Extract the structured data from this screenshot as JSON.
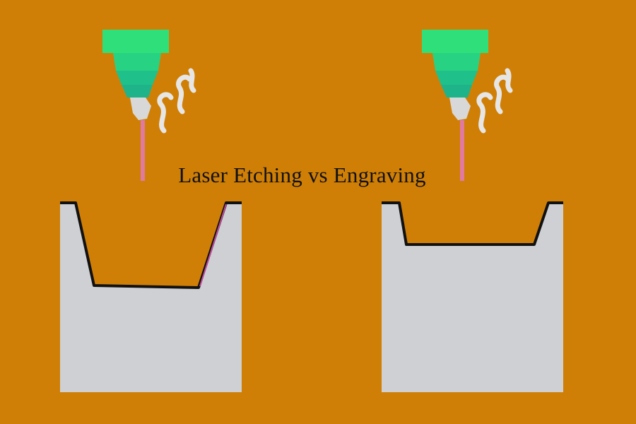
{
  "title": "Laser Etching vs Engraving",
  "colors": {
    "background": "#d07f06",
    "nozzle_top": "#2fe07a",
    "nozzle_mid": "#22c98a",
    "nozzle_low": "#1fb38a",
    "nozzle_tip": "#d8d8d8",
    "beam": "#e07aa0",
    "material": "#cfd0d3",
    "surface_line": "#111111",
    "smoke": "#e6e6e6"
  },
  "diagrams": [
    {
      "id": "etching",
      "icon": "laser-head-icon"
    },
    {
      "id": "engraving",
      "icon": "laser-head-icon"
    }
  ]
}
